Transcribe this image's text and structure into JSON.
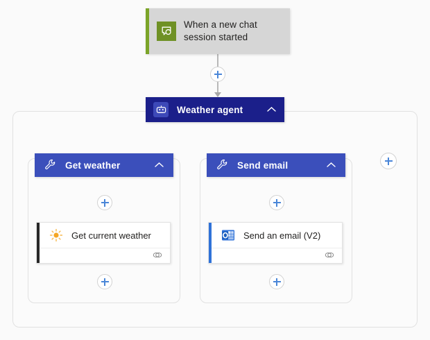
{
  "canvas": {
    "background": "#fafafa",
    "accent_blue": "#4a86d8",
    "agent_color": "#1b1f8a",
    "tool_color": "#3b4fbb",
    "trigger_color": "#d6d6d6",
    "trigger_accent": "#7ba428"
  },
  "trigger": {
    "title": "When a new chat session started",
    "icon": "teams-chat-icon"
  },
  "agent": {
    "title": "Weather agent",
    "icon": "robot-icon",
    "collapse_icon": "chevron-up-icon"
  },
  "tools": [
    {
      "title": "Get weather",
      "icon": "wrench-icon",
      "collapse_icon": "chevron-up-icon",
      "action": {
        "title": "Get current weather",
        "icon": "sun-icon",
        "footer_icon": "connector-link-icon"
      }
    },
    {
      "title": "Send email",
      "icon": "wrench-icon",
      "collapse_icon": "chevron-up-icon",
      "action": {
        "title": "Send an email (V2)",
        "icon": "outlook-icon",
        "footer_icon": "connector-link-icon"
      }
    }
  ],
  "add_buttons": [
    {
      "name": "add-step-after-trigger"
    },
    {
      "name": "add-tool-to-agent"
    },
    {
      "name": "add-step-above-get-current-weather"
    },
    {
      "name": "add-step-below-get-current-weather"
    },
    {
      "name": "add-step-above-send-an-email"
    },
    {
      "name": "add-step-below-send-an-email"
    }
  ]
}
